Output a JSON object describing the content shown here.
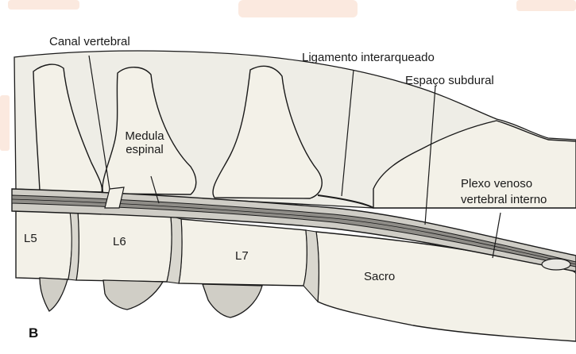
{
  "panel_letter": "B",
  "labels": {
    "canal_vertebral": "Canal vertebral",
    "ligamento": "Ligamento interarqueado",
    "espaco_subdural": "Espaço subdural",
    "medula_line1": "Medula",
    "medula_line2": "espinal",
    "plexo_line1": "Plexo venoso",
    "plexo_line2": "vertebral interno"
  },
  "vertebrae": [
    "L5",
    "L6",
    "L7",
    "Sacro"
  ],
  "colors": {
    "outline": "#1a1a1a",
    "bone_fill": "#f3f1e8",
    "shade_fill": "#d9d7cf",
    "spine_fill": "#c9c7c0",
    "decor_peach": "#fbe9df"
  }
}
